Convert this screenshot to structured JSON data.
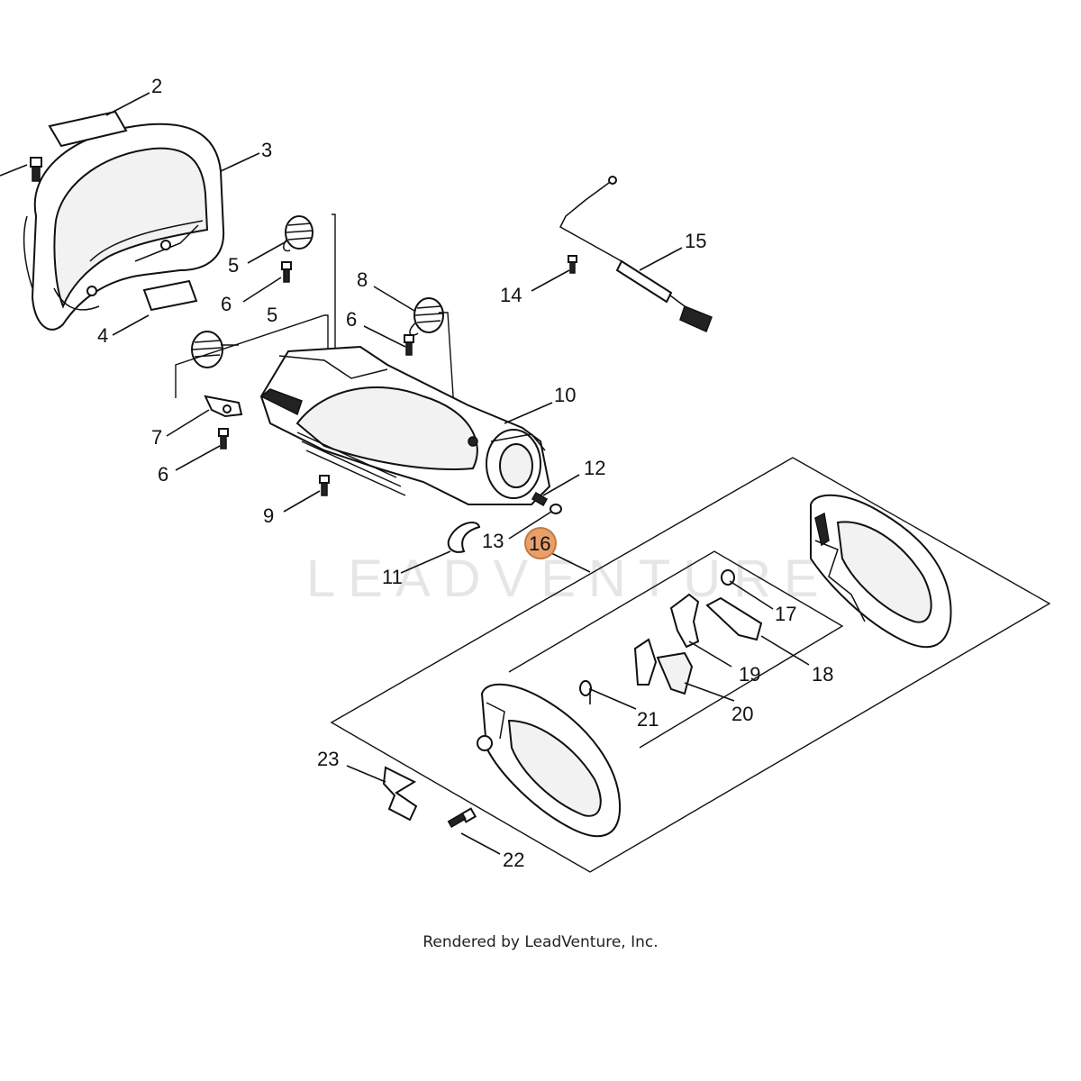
{
  "callouts": {
    "c2": "2",
    "c3": "3",
    "c4": "4",
    "c5a": "5",
    "c5b": "5",
    "c6a": "6",
    "c6b": "6",
    "c6c": "6",
    "c7": "7",
    "c8": "8",
    "c9": "9",
    "c10": "10",
    "c11": "11",
    "c12": "12",
    "c13": "13",
    "c14": "14",
    "c15": "15",
    "c16": "16",
    "c17": "17",
    "c18": "18",
    "c19": "19",
    "c20": "20",
    "c21": "21",
    "c22": "22",
    "c23": "23"
  },
  "highlight": {
    "part": "16",
    "color": "#e8a06a",
    "stroke": "#c47a3e"
  },
  "watermark": "LEADVENTURE",
  "footer": "Rendered by LeadVenture, Inc."
}
